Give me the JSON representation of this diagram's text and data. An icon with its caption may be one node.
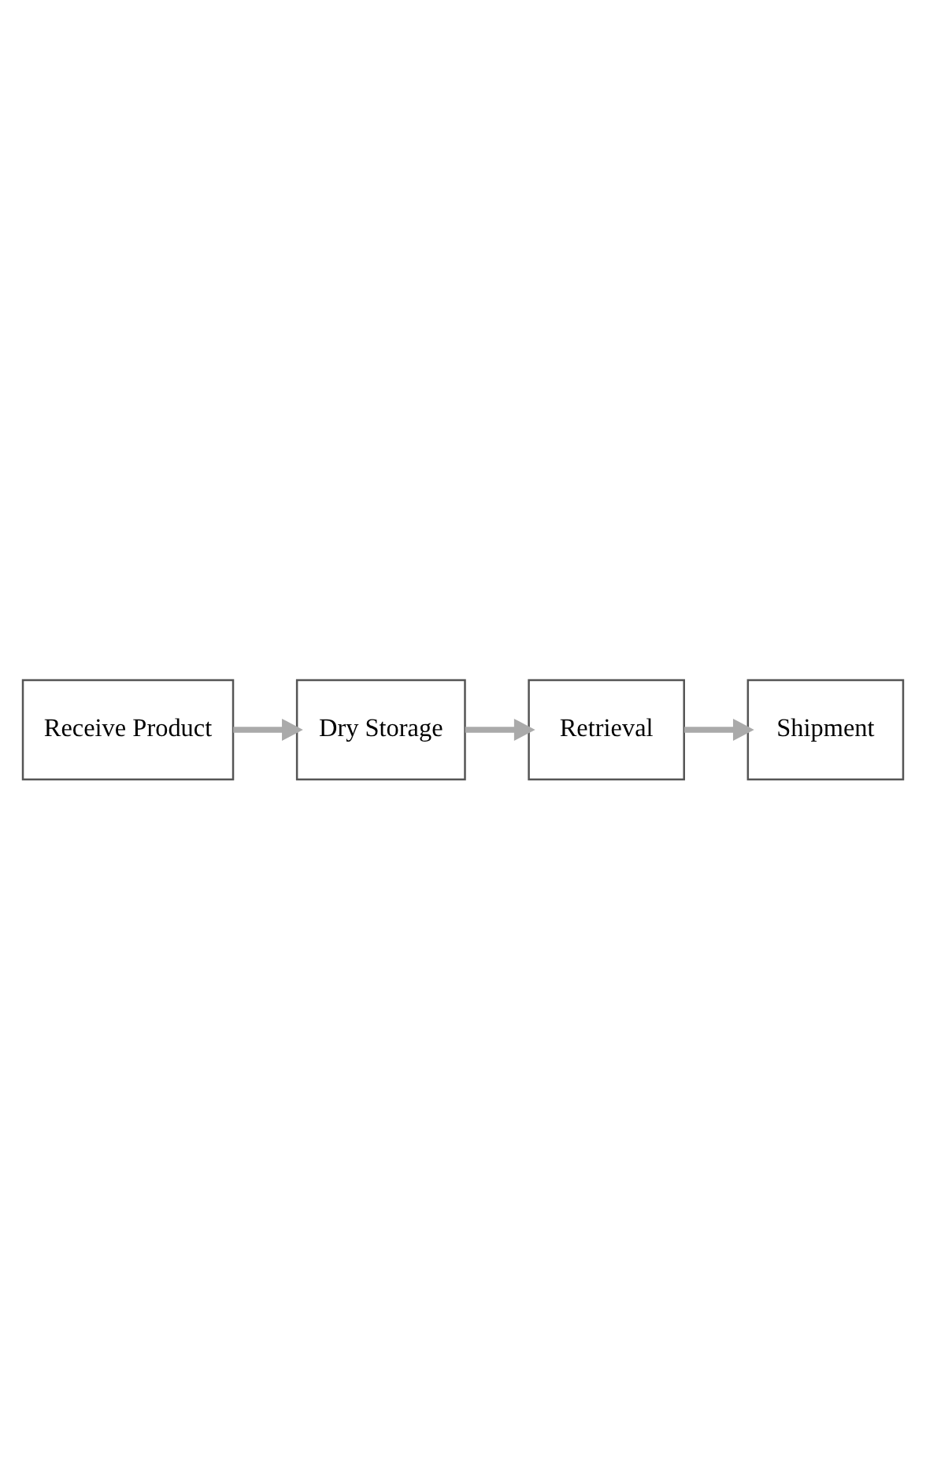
{
  "diagram": {
    "nodes": [
      {
        "text": [
          "Receive Product"
        ]
      },
      {
        "text": [
          "Dry Storage"
        ]
      },
      {
        "text": [
          "Retrieval"
        ]
      },
      {
        "text": [
          "Shipment"
        ]
      }
    ],
    "edges": [
      {
        "from": 0,
        "to": 1,
        "arrow": "to"
      },
      {
        "from": 1,
        "to": 2,
        "arrow": "to"
      },
      {
        "from": 2,
        "to": 3,
        "arrow": "to"
      }
    ]
  }
}
